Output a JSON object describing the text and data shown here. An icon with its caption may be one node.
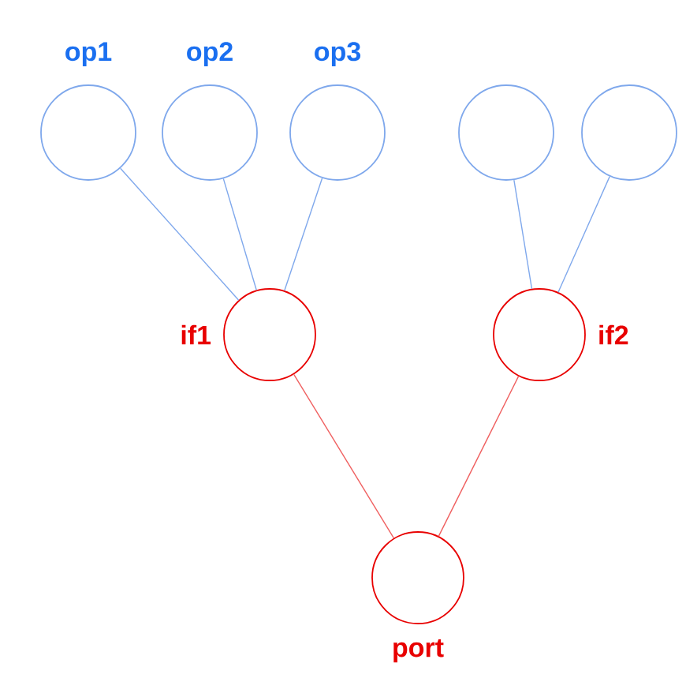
{
  "diagram": {
    "nodes": [
      {
        "text": [
          "op1"
        ]
      },
      {
        "text": [
          "op2"
        ]
      },
      {
        "text": [
          "op3"
        ]
      },
      {
        "text": [],
        "shape": "circle"
      },
      {
        "text": [],
        "shape": "circle"
      },
      {
        "text": [
          "if1"
        ]
      },
      {
        "text": [
          "if2"
        ]
      },
      {
        "text": [
          "port"
        ]
      }
    ],
    "edges": [
      {
        "from": 0,
        "to": 5,
        "arrow": "none"
      },
      {
        "from": 1,
        "to": 5,
        "arrow": "none"
      },
      {
        "from": 2,
        "to": 5,
        "arrow": "none"
      },
      {
        "from": 3,
        "to": 6,
        "arrow": "none"
      },
      {
        "from": 4,
        "to": 6,
        "arrow": "none"
      },
      {
        "from": 5,
        "to": 7,
        "arrow": "none",
        "color": "#f06060"
      },
      {
        "from": 6,
        "to": 7,
        "arrow": "none",
        "color": "#f06060"
      }
    ]
  }
}
